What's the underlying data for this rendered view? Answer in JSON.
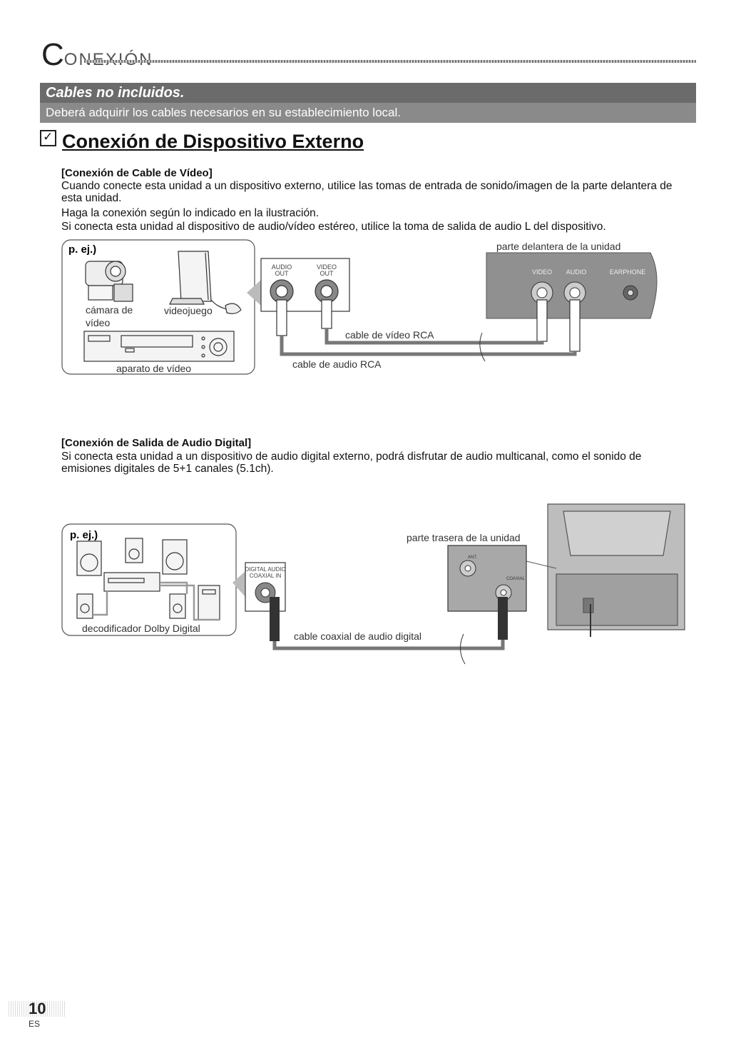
{
  "header": {
    "title_initial": "C",
    "title_rest": "ONEXIÓN"
  },
  "banner": {
    "heading": "Cables no incluidos.",
    "text": "Deberá adquirir los cables necesarios en su establecimiento local."
  },
  "section": {
    "checkbox": "☑",
    "title": "Conexión de Dispositivo Externo"
  },
  "video_section": {
    "heading": "[Conexión de Cable de Vídeo]",
    "p1": "Cuando conecte esta unidad a un dispositivo externo, utilice las tomas de entrada de sonido/imagen de la parte delantera de esta unidad.",
    "p2": "Haga la conexión según lo indicado en la ilustración.",
    "p3": "Si conecta esta unidad al dispositivo de audio/vídeo estéreo, utilice la toma de salida de audio L del dispositivo."
  },
  "diagram1": {
    "example": "p. ej.)",
    "camcorder": "cámara de vídeo",
    "camcorder_l1": "cámara de",
    "camcorder_l2": "vídeo",
    "game": "videojuego",
    "vcr": "aparato de vídeo",
    "audio_out": "AUDIO OUT",
    "audio_out_l1": "AUDIO",
    "audio_out_l2": "OUT",
    "video_out_l1": "VIDEO",
    "video_out_l2": "OUT",
    "front_label": "parte delantera de la unidad",
    "panel_video": "VIDEO",
    "panel_audio": "AUDIO",
    "panel_earphone": "EARPHONE",
    "rca_video": "cable de vídeo RCA",
    "rca_audio": "cable de audio RCA"
  },
  "audio_section": {
    "heading": "[Conexión de Salida de Audio Digital]",
    "p1": "Si conecta esta unidad a un dispositivo de audio digital externo, podrá disfrutar de audio multicanal, como el sonido de emisiones digitales de 5+1 canales (5.1ch)."
  },
  "diagram2": {
    "example": "p. ej.)",
    "decoder": "decodificador Dolby Digital",
    "dig_l1": "DIGITAL AUDIO",
    "dig_l2": "COAXIAL IN",
    "rear_label": "parte trasera de la unidad",
    "ant": "ANT.",
    "coaxial": "COAXIAL",
    "coax_cable": "cable coaxial de audio digital"
  },
  "footer": {
    "page": "10",
    "lang": "ES"
  },
  "colors": {
    "banner1": "#6b6b6b",
    "banner2": "#8a8a8a"
  }
}
